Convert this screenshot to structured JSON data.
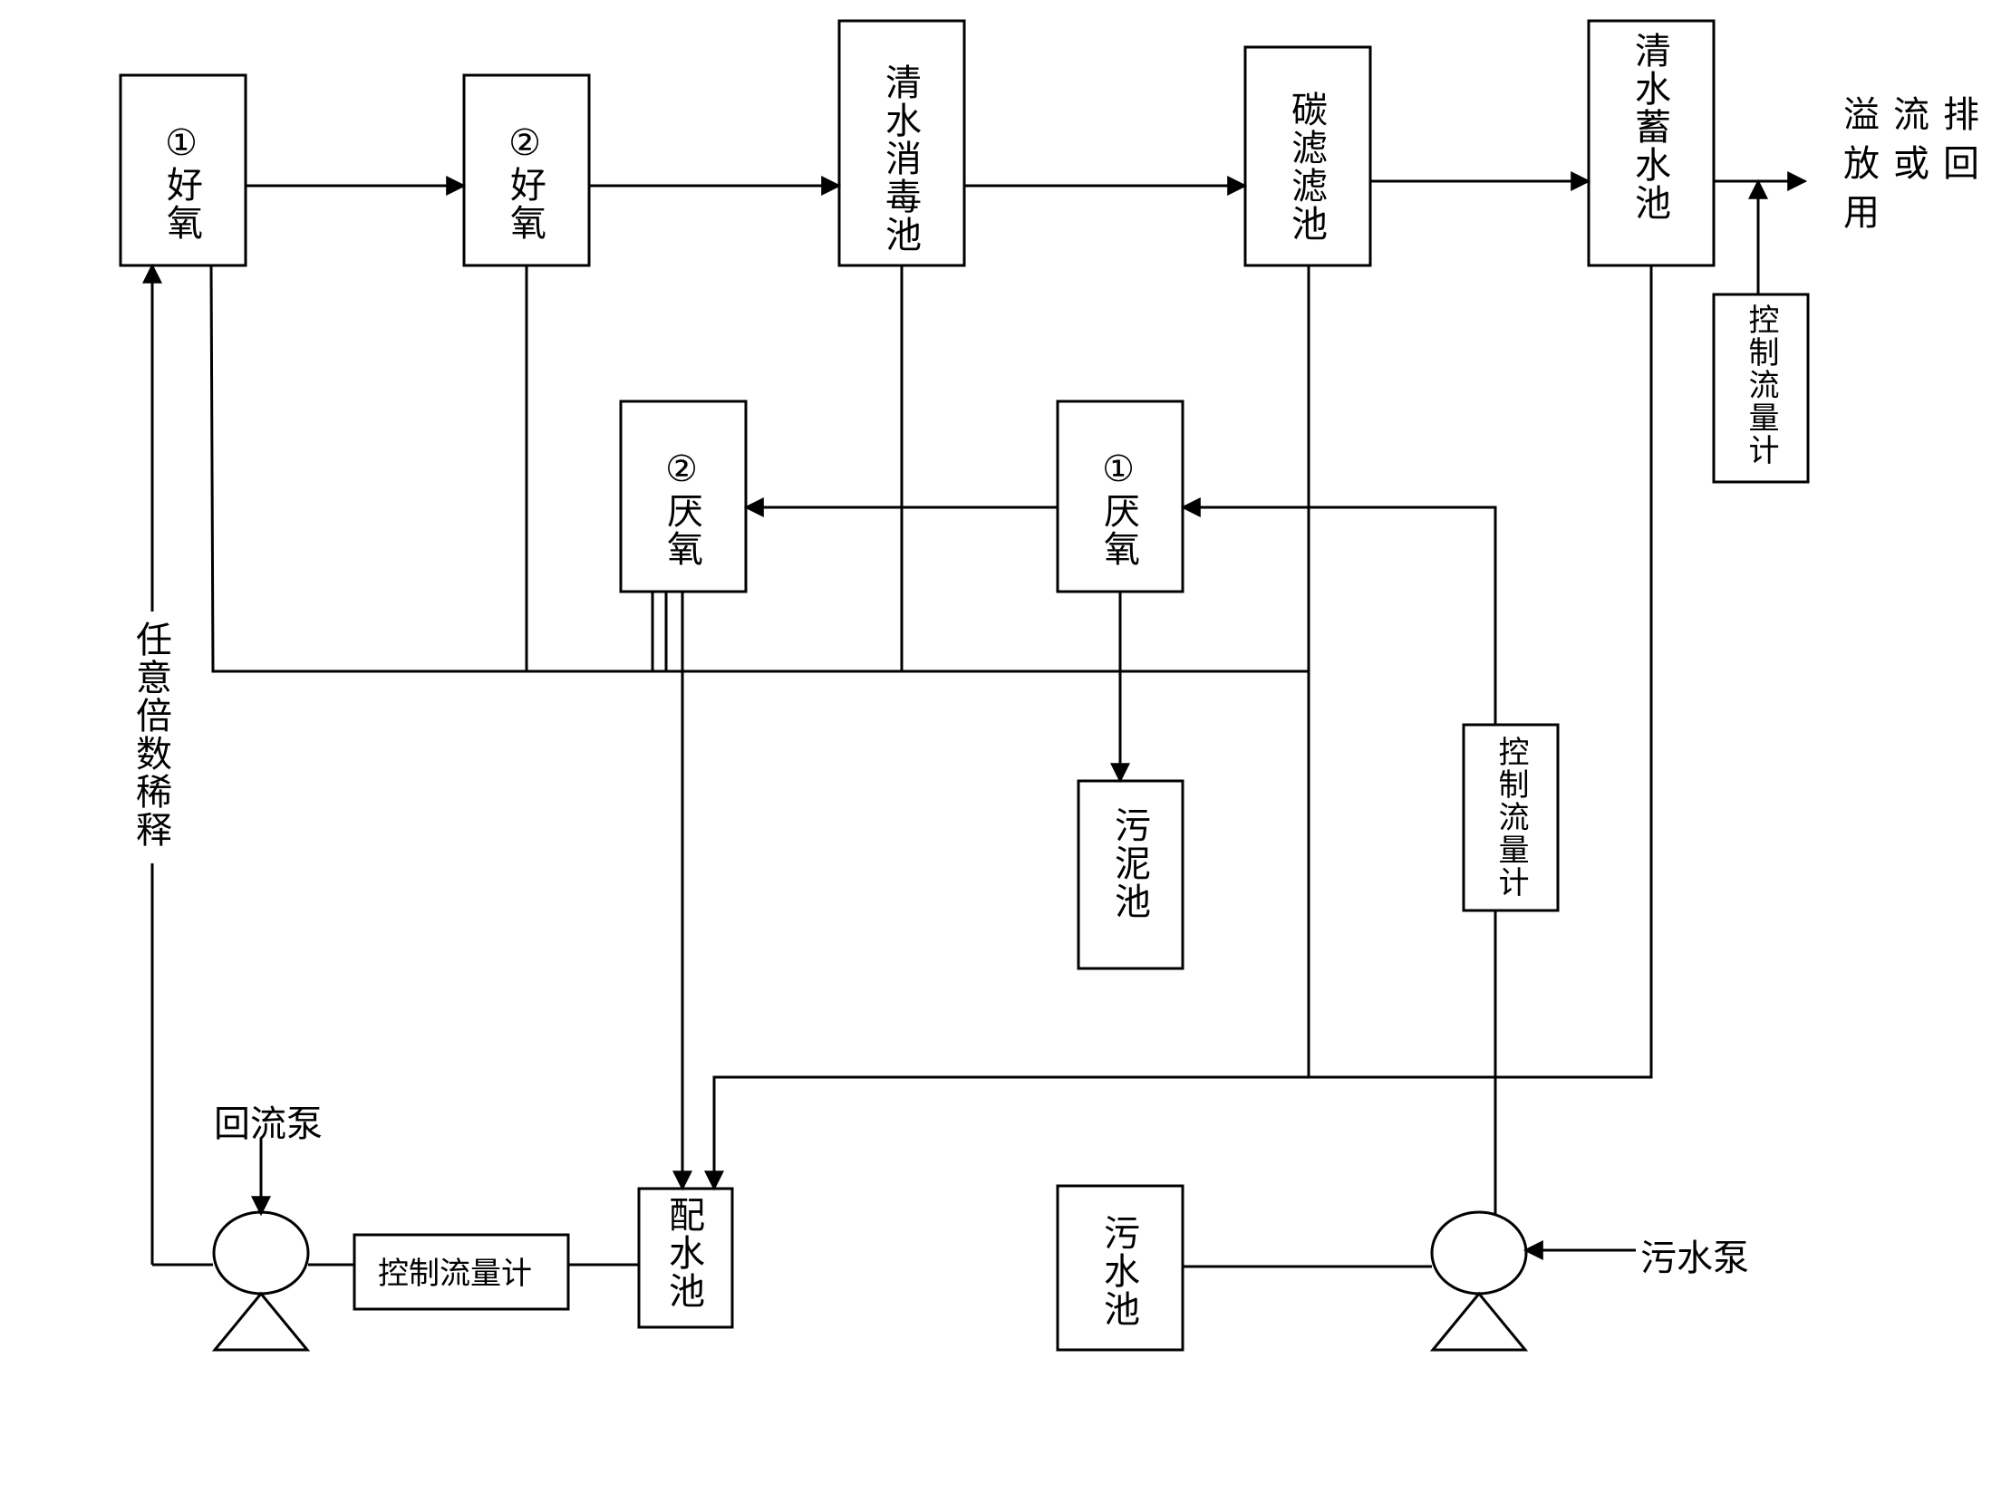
{
  "nodes": {
    "aerobic1": "①好氧",
    "aerobic2": "②好氧",
    "disinfect": "清水消毒池",
    "carbon": "碳滤滤池",
    "storage": "清水蓄水池",
    "anaerobic2": "②厌氧",
    "anaerobic1": "①厌氧",
    "sludge": "污泥池",
    "mixing": "配水池",
    "sewage_tank": "污水池",
    "flowmeter_top": "控制流量计",
    "flowmeter_mid": "控制流量计",
    "flowmeter_bottom": "控制流量计"
  },
  "labels": {
    "output_col1": "排回",
    "output_col2": "流或",
    "output_col3": "溢放用",
    "dilution": "任意倍数稀释",
    "return_pump": "回流泵",
    "sewage_pump": "污水泵"
  }
}
